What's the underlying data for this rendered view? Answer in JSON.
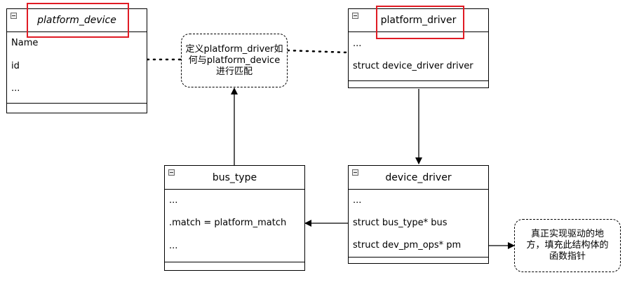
{
  "platform_device": {
    "title": "platform_device",
    "attributes": [
      "Name",
      "id",
      "..."
    ]
  },
  "platform_driver": {
    "title": "platform_driver",
    "attributes": [
      "...",
      "struct device_driver driver"
    ]
  },
  "bus_type": {
    "title": "bus_type",
    "attributes": [
      "...",
      ".match = platform_match",
      "..."
    ]
  },
  "device_driver": {
    "title": "device_driver",
    "attributes": [
      "...",
      "struct bus_type* bus",
      "struct dev_pm_ops* pm"
    ]
  },
  "note_match": {
    "lines": [
      "定义platform_driver如",
      "何与platform_device",
      "进行匹配"
    ]
  },
  "note_impl": {
    "lines": [
      "真正实现驱动的地",
      "方，填充此结构体的",
      "函数指针"
    ]
  },
  "colors": {
    "highlight": "#e01b24",
    "stroke": "#000000"
  }
}
